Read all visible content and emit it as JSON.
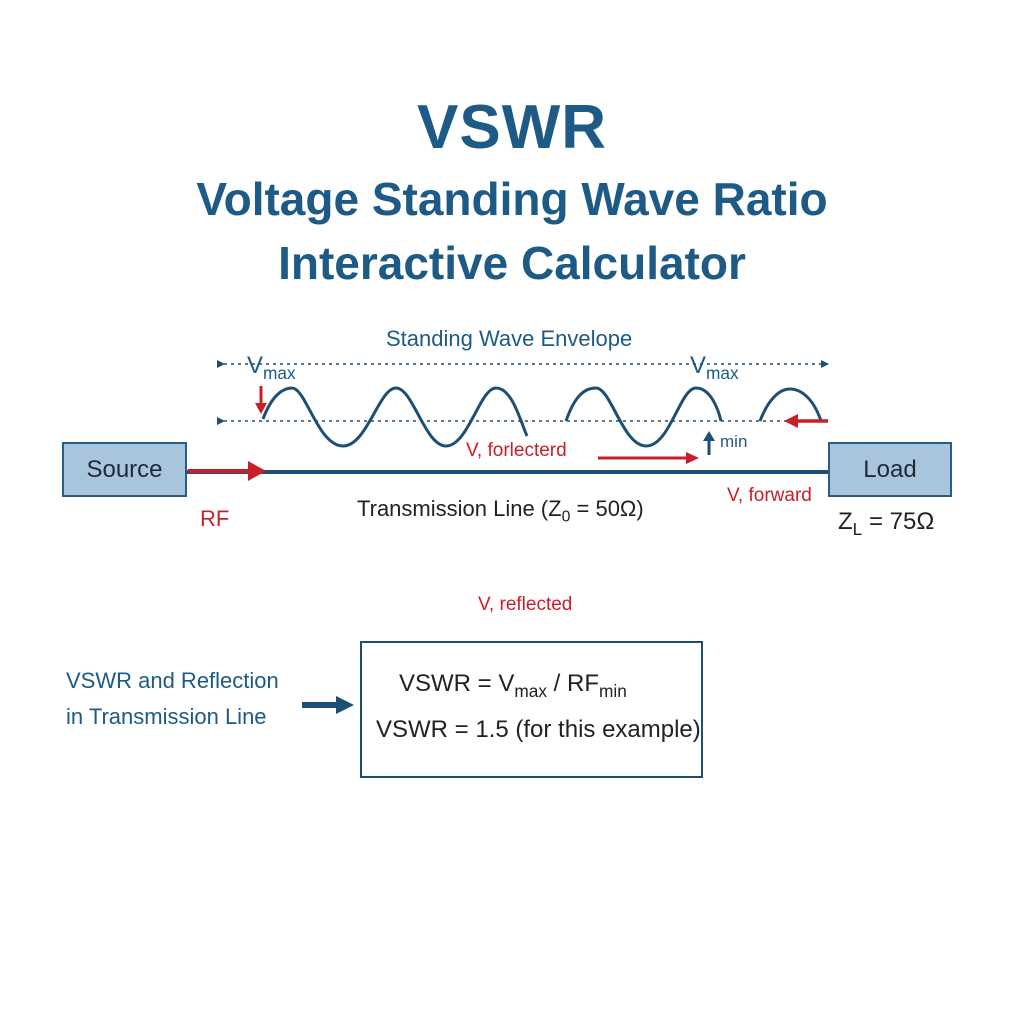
{
  "title": {
    "line1": "VSWR",
    "line2": "Voltage Standing Wave Ratio",
    "line3": "Interactive Calculator"
  },
  "envelope": {
    "label": "Standing Wave Envelope",
    "vmax_left_main": "V",
    "vmax_left_sub": "max",
    "vmax_right_main": "V",
    "vmax_right_sub": "max",
    "min_label": "min"
  },
  "source": {
    "label": "Source"
  },
  "load": {
    "label": "Load"
  },
  "labels": {
    "rf": "RF",
    "reflected_mid": "V, forlecterd",
    "forward": "V, forward",
    "reflected_below": "V, reflected"
  },
  "transmission_line": {
    "text_pre": "Transmission Line (Z",
    "sub": "0",
    "text_post": " = 50Ω)"
  },
  "load_impedance": {
    "main": "Z",
    "sub": "L",
    "post": " = 75Ω"
  },
  "side_caption": {
    "line1": "VSWR and Reflection",
    "line2": "in Transmission Line"
  },
  "formula": {
    "line1_pre": "VSWR = V",
    "line1_sub1": "max",
    "line1_mid": " / RF",
    "line1_sub2": "min",
    "line2": "VSWR = 1.5 (for this example)"
  },
  "colors": {
    "title_blue": "#1d5a85",
    "wave_blue": "#1d4e73",
    "arrow_red": "#c8202a",
    "box_fill": "#a9c5dd"
  }
}
